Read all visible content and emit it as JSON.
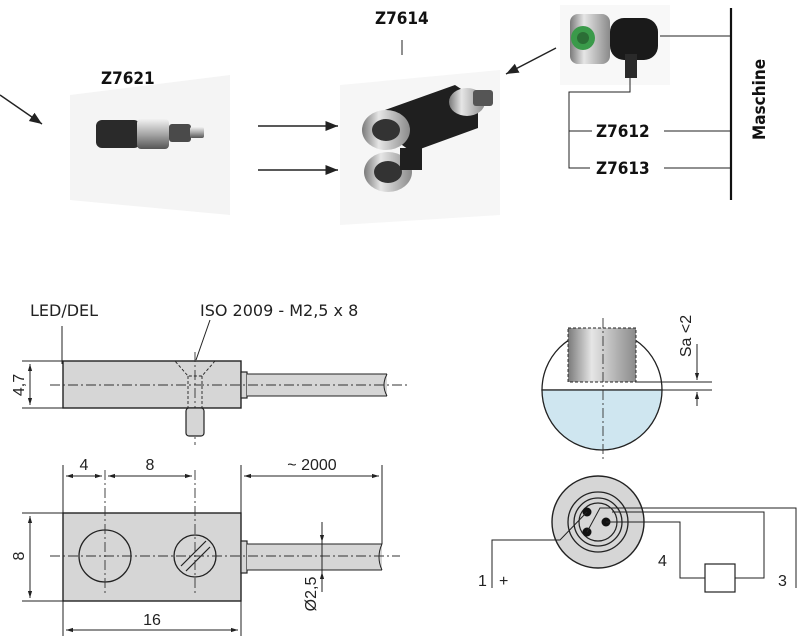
{
  "accessories": {
    "z7614": "Z7614",
    "z7621": "Z7621",
    "z7612": "Z7612",
    "z7613": "Z7613",
    "machine": "Maschine"
  },
  "side_view": {
    "led_label": "LED/DEL",
    "screw_label": "ISO 2009 - M2,5 x 8",
    "height": "4,7"
  },
  "top_view": {
    "dim_4": "4",
    "dim_8_top": "8",
    "cable_length": "~ 2000",
    "dim_8_left": "8",
    "diameter": "Ø2,5",
    "width": "16"
  },
  "detail": {
    "sa_label": "Sa <2"
  },
  "wiring": {
    "pin1": "1",
    "pin1_sign": "+",
    "pin4": "4",
    "pin3": "3"
  }
}
